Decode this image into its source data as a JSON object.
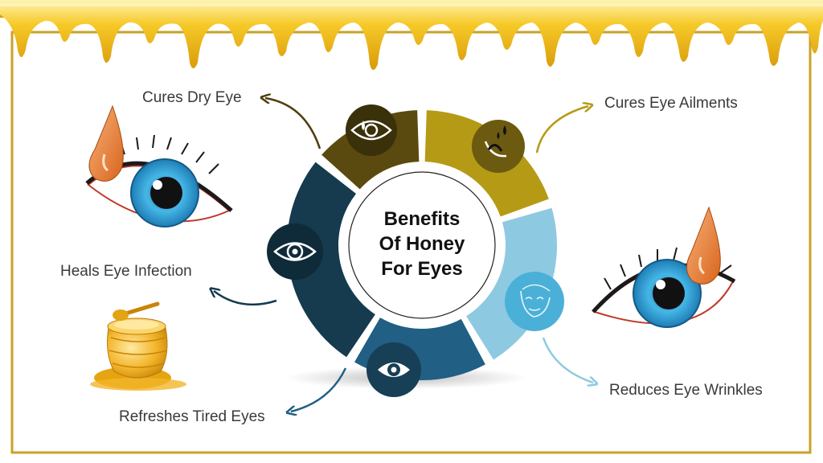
{
  "center": {
    "line1": "Benefits",
    "line2": "Of Honey",
    "line3": "For Eyes"
  },
  "benefits": [
    {
      "label": "Cures Dry Eye",
      "color": "#5b4a0f",
      "icon": "eye-with-tear-icon"
    },
    {
      "label": "Cures Eye Ailments",
      "color": "#b59a15",
      "icon": "eye-drop-icon"
    },
    {
      "label": "Reduces Eye Wrinkles",
      "color": "#8ec9e2",
      "icon": "face-wrinkles-icon"
    },
    {
      "label": "Refreshes Tired Eyes",
      "color": "#215f84",
      "icon": "eye-icon"
    },
    {
      "label": "Heals Eye Infection",
      "color": "#163a4e",
      "icon": "eye-scan-icon"
    }
  ],
  "colors": {
    "honey": "#f0b818",
    "frame": "#c9a227",
    "iris": "#3fa9dc",
    "drop": "#e8823a"
  }
}
